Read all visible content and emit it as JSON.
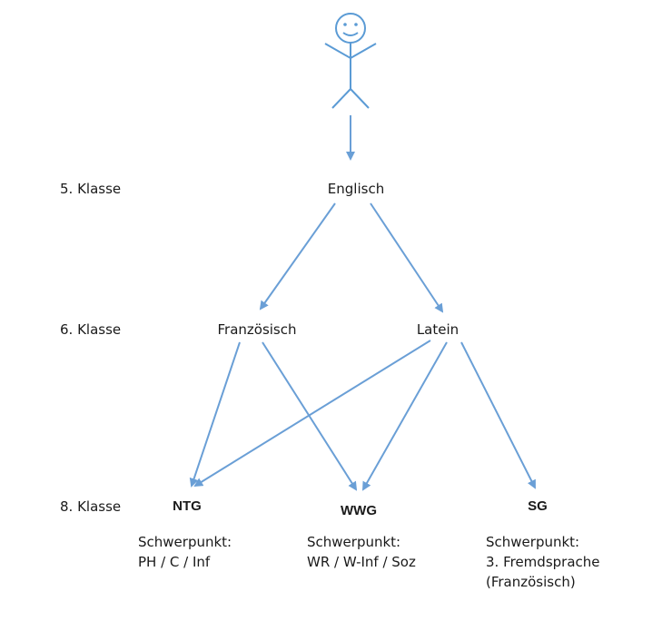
{
  "grades": {
    "g5": "5. Klasse",
    "g6": "6. Klasse",
    "g8": "8. Klasse"
  },
  "nodes": {
    "start": "Englisch",
    "french": "Französisch",
    "latin": "Latein"
  },
  "tracks": {
    "ntg": "NTG",
    "wwg": "WWG",
    "sg": "SG"
  },
  "focus": {
    "ntg": [
      "Schwerpunkt:",
      "PH / C / Inf"
    ],
    "wwg": [
      "Schwerpunkt:",
      "WR / W-Inf / Soz"
    ],
    "sg": [
      "Schwerpunkt:",
      "3. Fremdsprache",
      "(Französisch)"
    ]
  },
  "colors": {
    "arrow": "#6a9fd6",
    "figure": "#5b9bd5"
  }
}
